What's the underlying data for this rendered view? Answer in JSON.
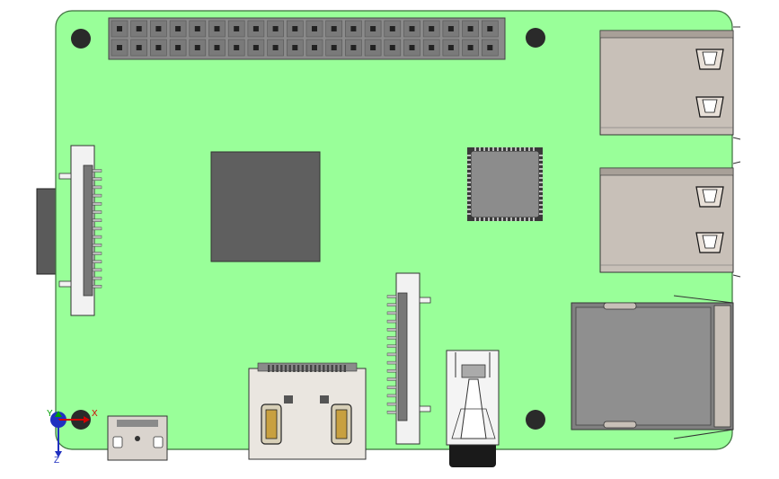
{
  "viewport": {
    "title": "",
    "axes": {
      "x_label": "X",
      "y_label": "Y",
      "z_label": "Z"
    }
  },
  "colors": {
    "background": "#ffffff",
    "board": "#99ff99",
    "board_edge": "#5a8f5a",
    "chip_dark": "#5f5f5f",
    "chip_mid": "#8c8c8c",
    "connector_body": "#f2f2f2",
    "usb_metal": "#c8c0b8",
    "ethernet": "#808080",
    "hdmi_body": "#eae6e0",
    "hole": "#2a2a2a",
    "axis_x": "#d00000",
    "axis_y": "#00a000",
    "axis_z": "#2030c0"
  },
  "components": [
    "gpio-header",
    "mounting-hole",
    "soc-chip",
    "usb-lan-controller",
    "usb-port",
    "ethernet-jack",
    "display-ffc-connector",
    "camera-ffc-connector",
    "hdmi-port",
    "micro-usb-power-port",
    "audio-jack",
    "sd-card-slot"
  ]
}
